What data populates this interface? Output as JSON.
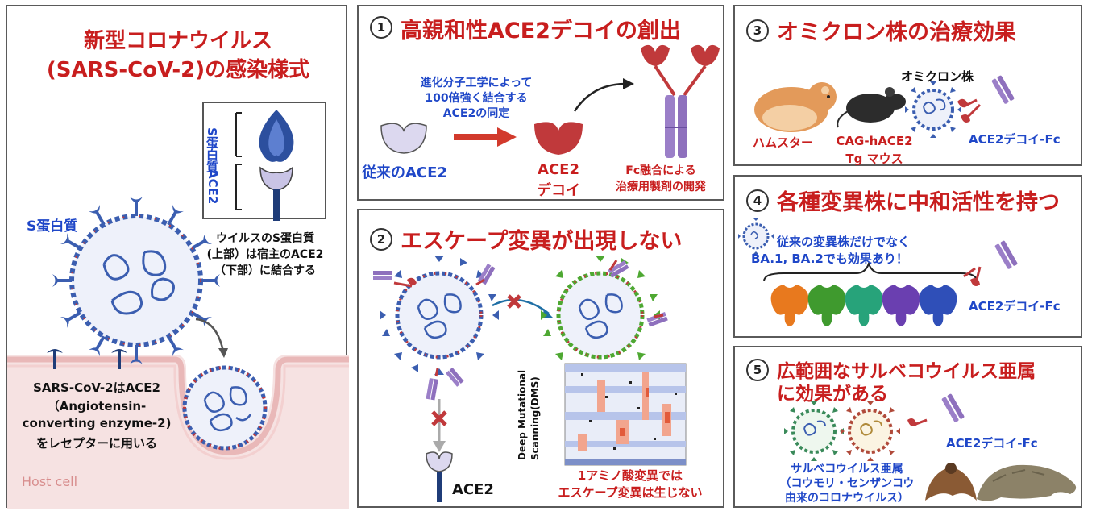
{
  "left": {
    "title_line1": "新型コロナウイルス",
    "title_line2": "(SARS-CoV-2)の感染様式",
    "inset_top_label": "S蛋白質",
    "inset_bottom_label": "ACE2",
    "inset_caption": [
      "ウイルスのS蛋白質",
      "(上部）は宿主のACE2",
      "（下部）に結合する"
    ],
    "spike_label": "S蛋白質",
    "receptor_caption": [
      "SARS-CoV-2はACE2",
      "（Angiotensin-",
      "converting enzyme-2)",
      "をレセプターに用いる"
    ],
    "host_cell_label": "Host cell"
  },
  "p1": {
    "number": "1",
    "title": "高親和性ACE2デコイの創出",
    "evolution_text": [
      "進化分子工学によって",
      "100倍強く結合する",
      "ACE2の同定"
    ],
    "conventional_label": "従来のACE2",
    "decoy_label": [
      "ACE2",
      "デコイ"
    ],
    "fc_label": [
      "Fc融合による",
      "治療用製剤の開発"
    ]
  },
  "p2": {
    "number": "2",
    "title": "エスケープ変異が出現しない",
    "ace2_label": "ACE2",
    "dms_label": [
      "Deep Mutational",
      "Scanning(DMS)"
    ],
    "caption": [
      "1アミノ酸変異では",
      "エスケープ変異は生じない"
    ]
  },
  "p3": {
    "number": "3",
    "title": "オミクロン株の治療効果",
    "omicron_label": "オミクロン株",
    "hamster_label": "ハムスター",
    "mouse_label": [
      "CAG-hACE2",
      "Tg マウス"
    ],
    "decoy_label": "ACE2デコイ-Fc"
  },
  "p4": {
    "number": "4",
    "title": "各種変異株に中和活性を持つ",
    "text": [
      "従来の変異株だけでなく",
      "BA.1, BA.2でも効果あり！"
    ],
    "decoy_label": "ACE2デコイ-Fc",
    "spike_colors": [
      "#e8791e",
      "#3f9a2e",
      "#27a37a",
      "#6a3fb0",
      "#2f4fb8"
    ]
  },
  "p5": {
    "number": "5",
    "title_line1": "広範囲なサルベコウイルス亜属",
    "title_line2": "に効果がある",
    "decoy_label": "ACE2デコイ-Fc",
    "caption": [
      "サルベコウイルス亜属",
      "（コウモリ・センザンコウ",
      "由来のコロナウイルス）"
    ]
  },
  "colors": {
    "title_red": "#c81e1e",
    "label_blue": "#1f47c8",
    "spike_blue": "#3b5eb0",
    "ace2_purple": "#9b7fc8",
    "decoy_red": "#c0393b",
    "host_pink": "#f2dede"
  }
}
